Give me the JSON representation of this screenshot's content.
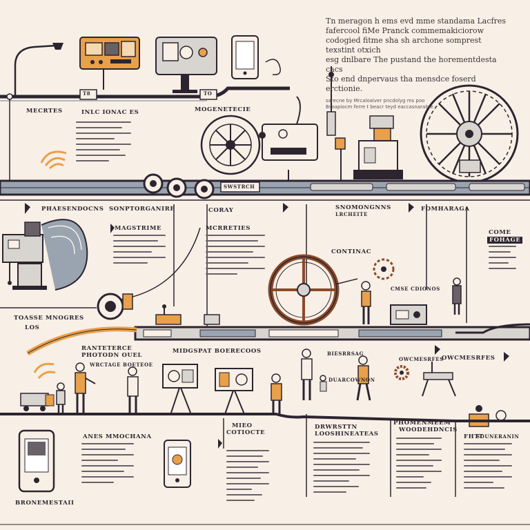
{
  "intro": {
    "lines": [
      "Tn meragon h ems evd mme standama Lacfres",
      "fafercool fiMe Pranck commemakiciorow",
      "codogied fitme sha sh archone somprest texstint otxich",
      "esg dnlbare The pustand the horementdesta cacs",
      "Sto end dnpervaus tha mensdce foserd erctionie."
    ],
    "sub_lines": [
      "sarecne by Mrcaloaiver pncdolyg ms poo",
      "Bsoapiocm ferre t beacr teyd eaccasnarabte"
    ]
  },
  "tags": {
    "t1": "T8",
    "t2": "TO",
    "t3": "SWSTRCH"
  },
  "labels": {
    "a": "MECRTES",
    "b": "INLC IONAC ES",
    "c": "MOGENETECIE",
    "d": "PHAESENDOCNS",
    "e": "SONPTORGANIRE",
    "f": "CORAY",
    "g": "SNOMONGNNS",
    "g2": "LRCHEITE",
    "h": "FOMHARAGA",
    "i": "COME",
    "i2": "FOHAGE",
    "j": "MAGSTRIME",
    "k": "MCRRETIES",
    "l": "CONTINAC",
    "m": "CMSE CDIONOS",
    "n": "TOASSE MNOGRES",
    "n2": "LOS",
    "o": "RANTETERCE",
    "o2": "PHOTODN OUEL",
    "p": "WRCTAGE BOETEOE",
    "q": "MIDGSPAT BOERECOOS",
    "r": "BIESRRSAG",
    "s": "DUARCOWNON",
    "t": "OWCMESRFES",
    "u": "ANES MMOCHANA",
    "v": "MIEO",
    "v2": "COTIOCTE",
    "w": "DRWRSTTN",
    "w2": "LOOSHINEATEAS",
    "x": "PHOMENMEEM",
    "x2": "WOODEHDNCIS",
    "y": "FHTT",
    "y2": "SOUNERANIN",
    "z": "BRONEMESTAII"
  },
  "colors": {
    "background": "#f8efe6",
    "ink": "#2c2530",
    "accent_orange": "#e8a04a",
    "accent_brown": "#8a4a2a",
    "steel": "#9aa4b0"
  }
}
